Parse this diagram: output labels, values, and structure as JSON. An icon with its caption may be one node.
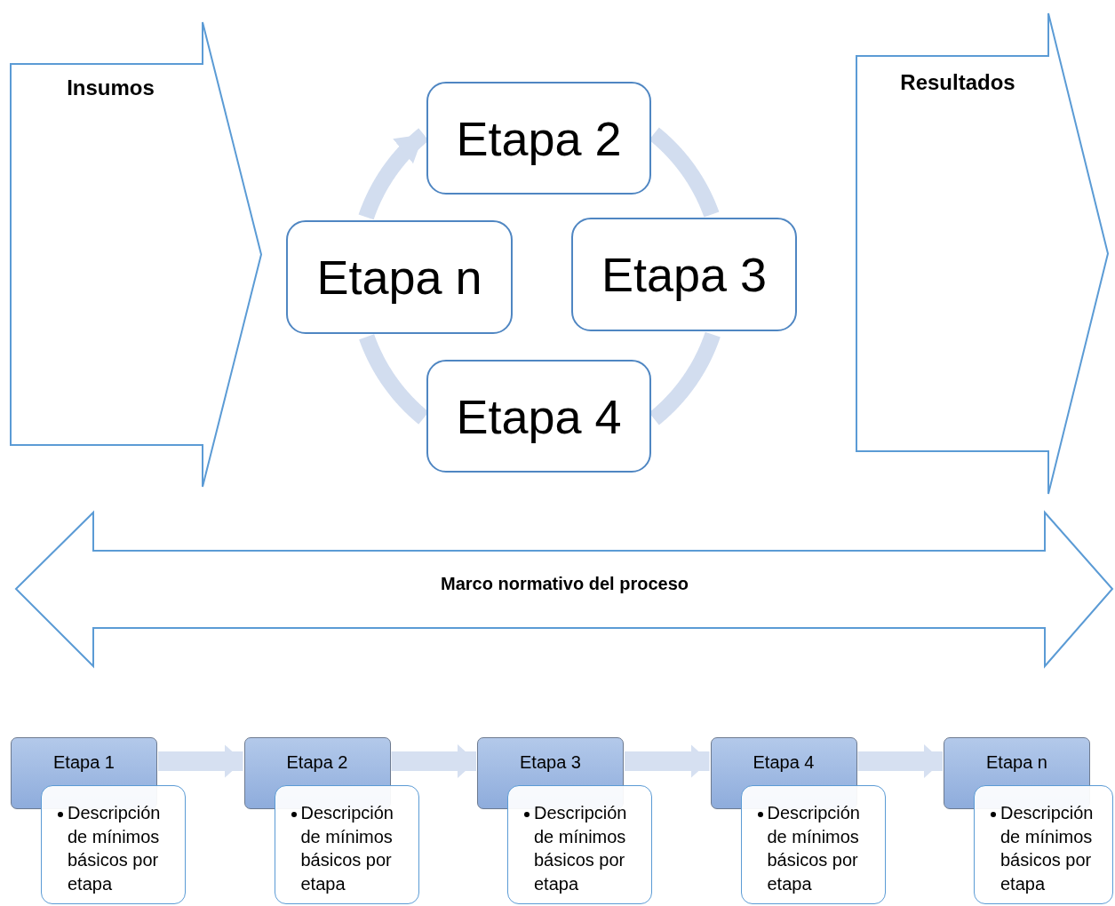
{
  "diagram": {
    "nodes": [
      {
        "text": [
          "Insumos"
        ]
      },
      {
        "text": [
          "Etapa 2"
        ]
      },
      {
        "text": [
          "Etapa 3"
        ]
      },
      {
        "text": [
          "Etapa 4"
        ]
      },
      {
        "text": [
          "Etapa n"
        ]
      },
      {
        "text": [
          "Resultados"
        ]
      },
      {
        "text": [
          "Marco normativo del proceso"
        ]
      },
      {
        "text": [
          "Etapa 1"
        ]
      },
      {
        "text": [
          "Descripción de mínimos básicos por etapa"
        ]
      },
      {
        "text": [
          "Etapa 2"
        ]
      },
      {
        "text": [
          "Descripción de mínimos básicos por etapa"
        ]
      },
      {
        "text": [
          "Etapa 3"
        ]
      },
      {
        "text": [
          "Descripción de mínimos básicos por etapa"
        ]
      },
      {
        "text": [
          "Etapa 4"
        ]
      },
      {
        "text": [
          "Descripción de mínimos básicos por etapa"
        ]
      },
      {
        "text": [
          "Etapa n"
        ]
      },
      {
        "text": [
          "Descripción de mínimos básicos por etapa"
        ]
      }
    ],
    "edges": [
      {
        "from": 1,
        "to": 2,
        "arrow": "none"
      },
      {
        "from": 2,
        "to": 3,
        "arrow": "none"
      },
      {
        "from": 3,
        "to": 4,
        "arrow": "none"
      },
      {
        "from": 4,
        "to": 1,
        "arrow": "to"
      },
      {
        "from": 7,
        "to": 9,
        "arrow": "to"
      },
      {
        "from": 9,
        "to": 11,
        "arrow": "to"
      },
      {
        "from": 11,
        "to": 13,
        "arrow": "to"
      },
      {
        "from": 13,
        "to": 15,
        "arrow": "to"
      }
    ]
  }
}
